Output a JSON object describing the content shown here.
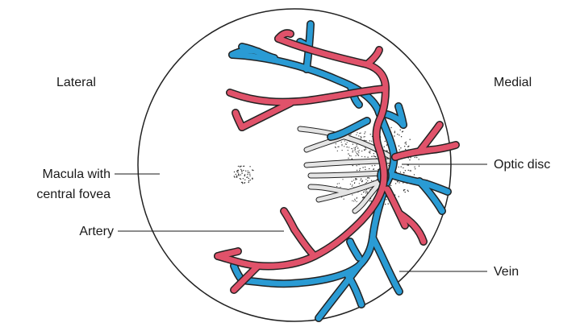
{
  "labels": {
    "lateral": "Lateral",
    "medial": "Medial",
    "macula_line1": "Macula with",
    "macula_line2": "central fovea",
    "artery": "Artery",
    "optic_disc": "Optic disc",
    "vein": "Vein"
  },
  "colors": {
    "artery": "#e0526a",
    "vein": "#2a9bd4",
    "hidden_vessel": "#e4e4e4",
    "outline": "#222222",
    "stipple": "#333333"
  }
}
